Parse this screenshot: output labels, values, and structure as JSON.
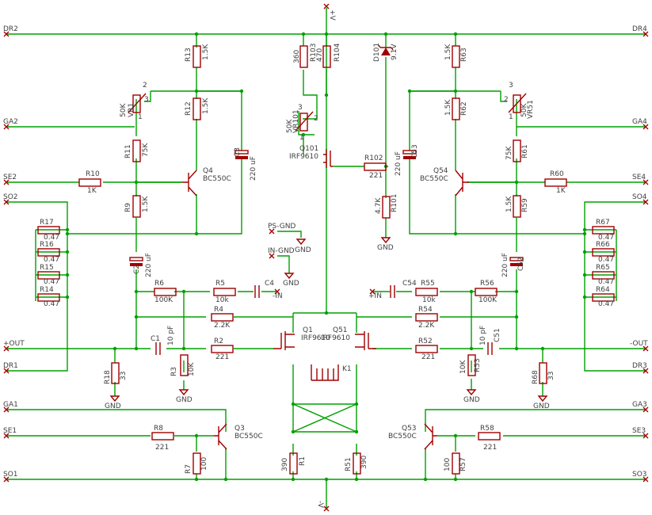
{
  "ports": {
    "v_plus": "+V",
    "v_minus": "-V",
    "dr1": "DR1",
    "dr2": "DR2",
    "dr3": "DR3",
    "dr4": "DR4",
    "ga1": "GA1",
    "ga2": "GA2",
    "ga3": "GA3",
    "ga4": "GA4",
    "se1": "SE1",
    "se2": "SE2",
    "se3": "SE3",
    "se4": "SE4",
    "so1": "SO1",
    "so2": "SO2",
    "so3": "SO3",
    "so4": "SO4",
    "out_plus": "+OUT",
    "out_minus": "-OUT",
    "in_minus": "-IN",
    "in_plus": "+IN",
    "ps_gnd": "PS-GND",
    "in_gnd": "IN-GND",
    "gnd": "GND"
  },
  "components": {
    "R13": {
      "ref": "R13",
      "value": "1.5K"
    },
    "R12": {
      "ref": "R12",
      "value": "1.5K"
    },
    "R11": {
      "ref": "R11",
      "value": "75K"
    },
    "R10": {
      "ref": "R10",
      "value": "1K"
    },
    "R9": {
      "ref": "R9",
      "value": "1.5K"
    },
    "R8": {
      "ref": "R8",
      "value": "221"
    },
    "R7": {
      "ref": "R7",
      "value": "100"
    },
    "R6": {
      "ref": "R6",
      "value": "100K"
    },
    "R5": {
      "ref": "R5",
      "value": "10k"
    },
    "R4": {
      "ref": "R4",
      "value": "2.2K"
    },
    "R3": {
      "ref": "R3",
      "value": "10K"
    },
    "R2": {
      "ref": "R2",
      "value": "221"
    },
    "R1": {
      "ref": "R1",
      "value": "390"
    },
    "R14": {
      "ref": "R14",
      "value": "0.47"
    },
    "R15": {
      "ref": "R15",
      "value": "0.47"
    },
    "R16": {
      "ref": "R16",
      "value": "0.47"
    },
    "R17": {
      "ref": "R17",
      "value": "0.47"
    },
    "R18": {
      "ref": "R18",
      "value": "33"
    },
    "R51": {
      "ref": "R51",
      "value": "390"
    },
    "R52": {
      "ref": "R52",
      "value": "221"
    },
    "R53": {
      "ref": "R53",
      "value": "10K"
    },
    "R54": {
      "ref": "R54",
      "value": "2.2K"
    },
    "R55": {
      "ref": "R55",
      "value": "10k"
    },
    "R56": {
      "ref": "R56",
      "value": "100K"
    },
    "R57": {
      "ref": "R57",
      "value": "100"
    },
    "R58": {
      "ref": "R58",
      "value": "221"
    },
    "R59": {
      "ref": "R59",
      "value": "1.5K"
    },
    "R60": {
      "ref": "R60",
      "value": "1K"
    },
    "R61": {
      "ref": "R61",
      "value": "75K"
    },
    "R62": {
      "ref": "R62",
      "value": "1.5K"
    },
    "R63": {
      "ref": "R63",
      "value": "1.5K"
    },
    "R64": {
      "ref": "R64",
      "value": "0.47"
    },
    "R65": {
      "ref": "R65",
      "value": "0.47"
    },
    "R66": {
      "ref": "R66",
      "value": "0.47"
    },
    "R67": {
      "ref": "R67",
      "value": "0.47"
    },
    "R68": {
      "ref": "R68",
      "value": "33"
    },
    "R101": {
      "ref": "R101",
      "value": "4.7K"
    },
    "R102": {
      "ref": "R102",
      "value": "221"
    },
    "R103": {
      "ref": "R103",
      "value": "360"
    },
    "R104": {
      "ref": "R104",
      "value": "470"
    },
    "C1": {
      "ref": "C1",
      "value": "10 pF"
    },
    "C2": {
      "ref": "C2",
      "value": "220 uF"
    },
    "C3": {
      "ref": "C3",
      "value": "220 uF"
    },
    "C4": {
      "ref": "C4"
    },
    "C51": {
      "ref": "C51",
      "value": "10 pF"
    },
    "C52": {
      "ref": "C52",
      "value": "220 uF"
    },
    "C53": {
      "ref": "C53",
      "value": "220 uF"
    },
    "C54": {
      "ref": "C54"
    },
    "Q1": {
      "ref": "Q1",
      "value": "IRF9610"
    },
    "Q51": {
      "ref": "Q51",
      "value": "IRF9610"
    },
    "Q101": {
      "ref": "Q101",
      "value": "IRF9610"
    },
    "Q3": {
      "ref": "Q3",
      "value": "BC550C"
    },
    "Q4": {
      "ref": "Q4",
      "value": "BC550C"
    },
    "Q53": {
      "ref": "Q53",
      "value": "BC550C"
    },
    "Q54": {
      "ref": "Q54",
      "value": "BC550C"
    },
    "VR1": {
      "ref": "VR1",
      "value": "50K"
    },
    "VR51": {
      "ref": "VR51",
      "value": "50K"
    },
    "VR101": {
      "ref": "VR101",
      "value": "50K"
    },
    "D101": {
      "ref": "D101",
      "value": "9.1V"
    },
    "K1": {
      "ref": "K1"
    }
  },
  "pins": {
    "p1": "1",
    "p2": "2",
    "p3": "3"
  }
}
